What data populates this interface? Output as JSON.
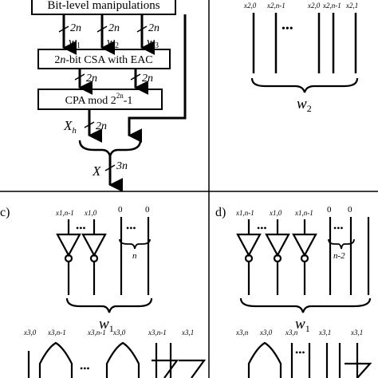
{
  "colors": {
    "ink": "#000000",
    "background": "#ffffff"
  },
  "panel_a": {
    "block_bit_level": "Bit-level manipulations",
    "block_csa_prefix": "2",
    "block_csa_var": "n",
    "block_csa_suffix": "-bit CSA with EAC",
    "block_cpa_text": "CPA mod 2",
    "block_cpa_exp": "2n",
    "block_cpa_tail": "-1",
    "width_2n": "2n",
    "w1_base": "w",
    "w1_sub": "1",
    "w2_base": "w",
    "w2_sub": "2",
    "w3_base": "w",
    "w3_sub": "3",
    "xh_base": "X",
    "xh_sub": "h",
    "x_out": "X",
    "width_3n": "3n"
  },
  "panel_b": {
    "inputs": [
      "x2,0",
      "x2,n-1",
      "x2,0",
      "x2,n-1",
      "x2,1"
    ],
    "ellipsis": "•••",
    "out_base": "w",
    "out_sub": "2"
  },
  "panel_c": {
    "label": "c)",
    "inputs": [
      "x1,n-1",
      "x1,0",
      "0",
      "0"
    ],
    "ellipsis": "•••",
    "brace_count": "n",
    "out_base": "w",
    "out_sub": "1",
    "bottom_inputs": [
      "x3,0",
      "x3,n-1",
      "x3,n-1",
      "x3,0",
      "x3,n-1",
      "x3,1"
    ]
  },
  "panel_d": {
    "label": "d)",
    "inputs": [
      "x1,n-1",
      "x1,0",
      "x1,n-1",
      "0",
      "0"
    ],
    "ellipsis": "•••",
    "brace_count": "n-2",
    "out_base": "w",
    "out_sub": "1",
    "bottom_inputs": [
      "x3,n",
      "x3,0",
      "x3,n",
      "x3,1",
      "x3,1"
    ]
  }
}
